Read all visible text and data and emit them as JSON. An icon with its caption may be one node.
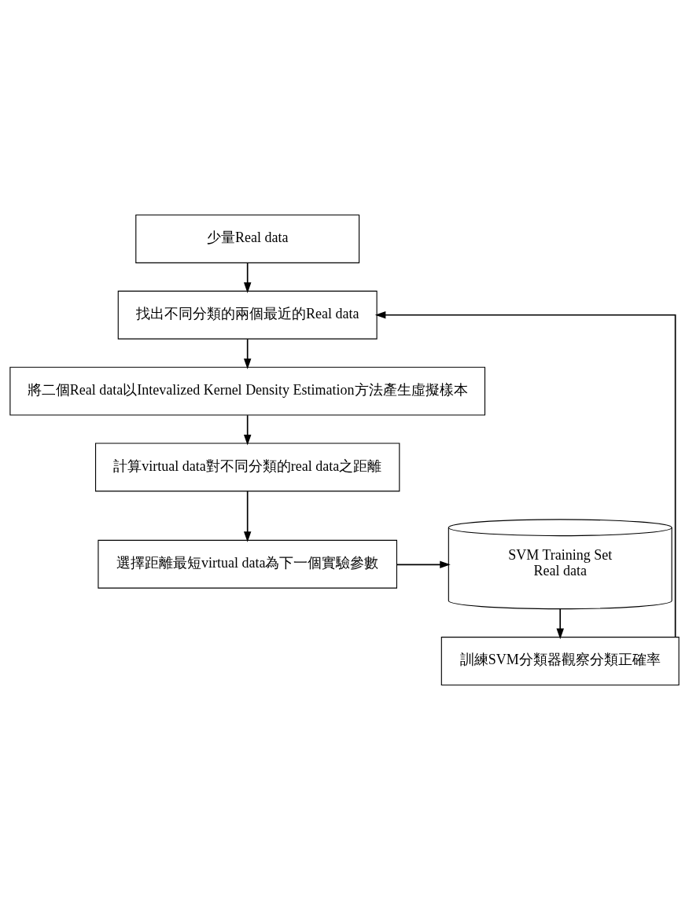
{
  "diagram": {
    "nodes": [
      {
        "text": [
          "少量Real data"
        ]
      },
      {
        "text": [
          "找出不同分類的兩個最近的Real data"
        ]
      },
      {
        "text": [
          "將二個Real data以Intevalized Kernel Density Estimation方法產生虛擬樣本"
        ]
      },
      {
        "text": [
          "計算virtual data對不同分類的real data之距離"
        ]
      },
      {
        "text": [
          "選擇距離最短virtual data為下一個實驗參數"
        ]
      },
      {
        "text": [
          "SVM Training Set",
          "Real data"
        ]
      },
      {
        "text": [
          "訓練SVM分類器觀察分類正確率"
        ]
      }
    ],
    "edges": [
      {
        "from": 0,
        "to": 1,
        "arrow": "to"
      },
      {
        "from": 1,
        "to": 2,
        "arrow": "to"
      },
      {
        "from": 2,
        "to": 3,
        "arrow": "to"
      },
      {
        "from": 3,
        "to": 4,
        "arrow": "to"
      },
      {
        "from": 4,
        "to": 5,
        "arrow": "to"
      },
      {
        "from": 5,
        "to": 6,
        "arrow": "to"
      },
      {
        "from": 6,
        "to": 1,
        "arrow": "to"
      }
    ]
  }
}
